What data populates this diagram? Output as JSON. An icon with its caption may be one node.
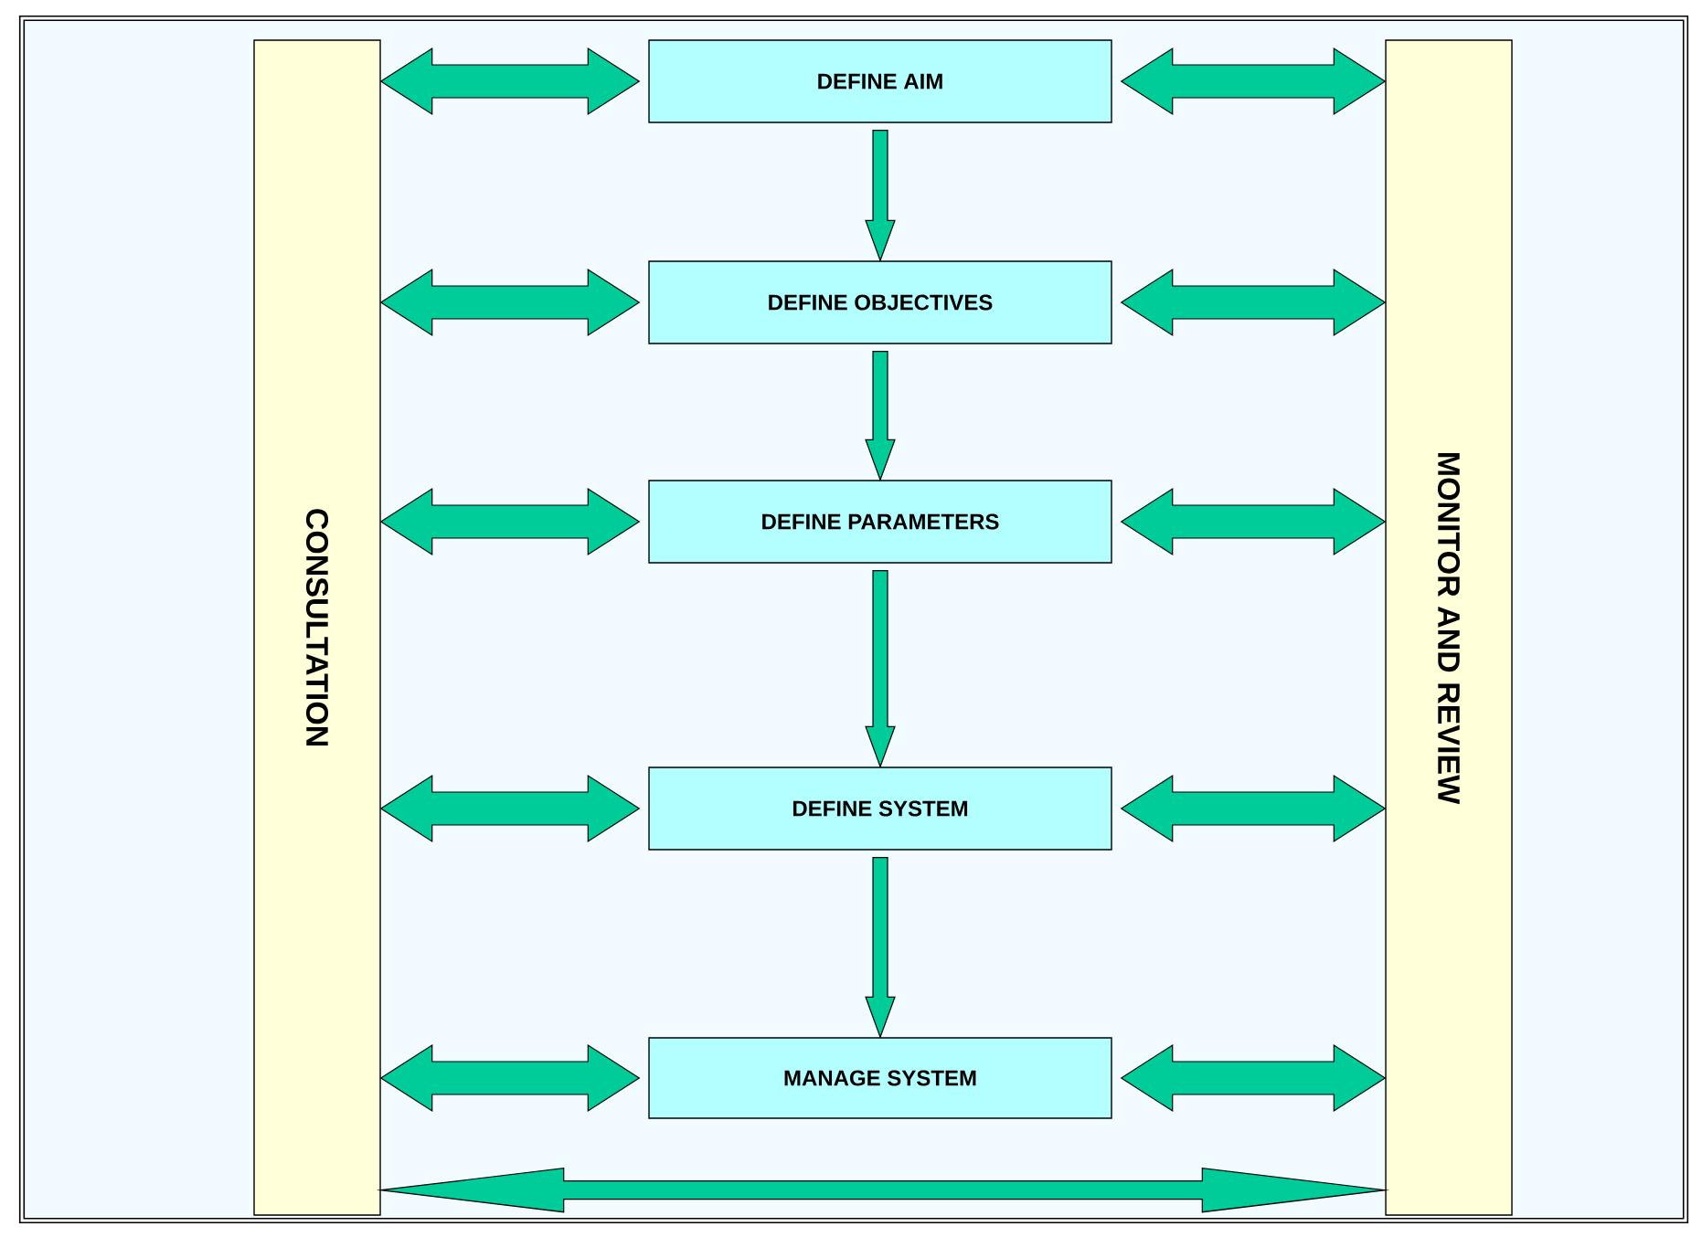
{
  "diagram": {
    "nodes": [
      {
        "text": [
          "CONSULTATION"
        ]
      },
      {
        "text": [
          "DEFINE AIM"
        ]
      },
      {
        "text": [
          "DEFINE OBJECTIVES"
        ]
      },
      {
        "text": [
          "DEFINE PARAMETERS"
        ]
      },
      {
        "text": [
          "DEFINE SYSTEM"
        ]
      },
      {
        "text": [
          "MANAGE SYSTEM"
        ]
      },
      {
        "text": [
          "MONITOR AND REVIEW"
        ]
      }
    ],
    "edges": [
      {
        "from": 1,
        "to": 2,
        "arrow": "to"
      },
      {
        "from": 2,
        "to": 3,
        "arrow": "to"
      },
      {
        "from": 3,
        "to": 4,
        "arrow": "to"
      },
      {
        "from": 4,
        "to": 5,
        "arrow": "to"
      },
      {
        "from": 0,
        "to": 1,
        "arrow": "both"
      },
      {
        "from": 1,
        "to": 6,
        "arrow": "both"
      },
      {
        "from": 0,
        "to": 2,
        "arrow": "both"
      },
      {
        "from": 2,
        "to": 6,
        "arrow": "both"
      },
      {
        "from": 0,
        "to": 3,
        "arrow": "both"
      },
      {
        "from": 3,
        "to": 6,
        "arrow": "both"
      },
      {
        "from": 0,
        "to": 4,
        "arrow": "both"
      },
      {
        "from": 4,
        "to": 6,
        "arrow": "both"
      },
      {
        "from": 0,
        "to": 5,
        "arrow": "both"
      },
      {
        "from": 5,
        "to": 6,
        "arrow": "both"
      },
      {
        "from": 0,
        "to": 6,
        "arrow": "both"
      }
    ]
  }
}
